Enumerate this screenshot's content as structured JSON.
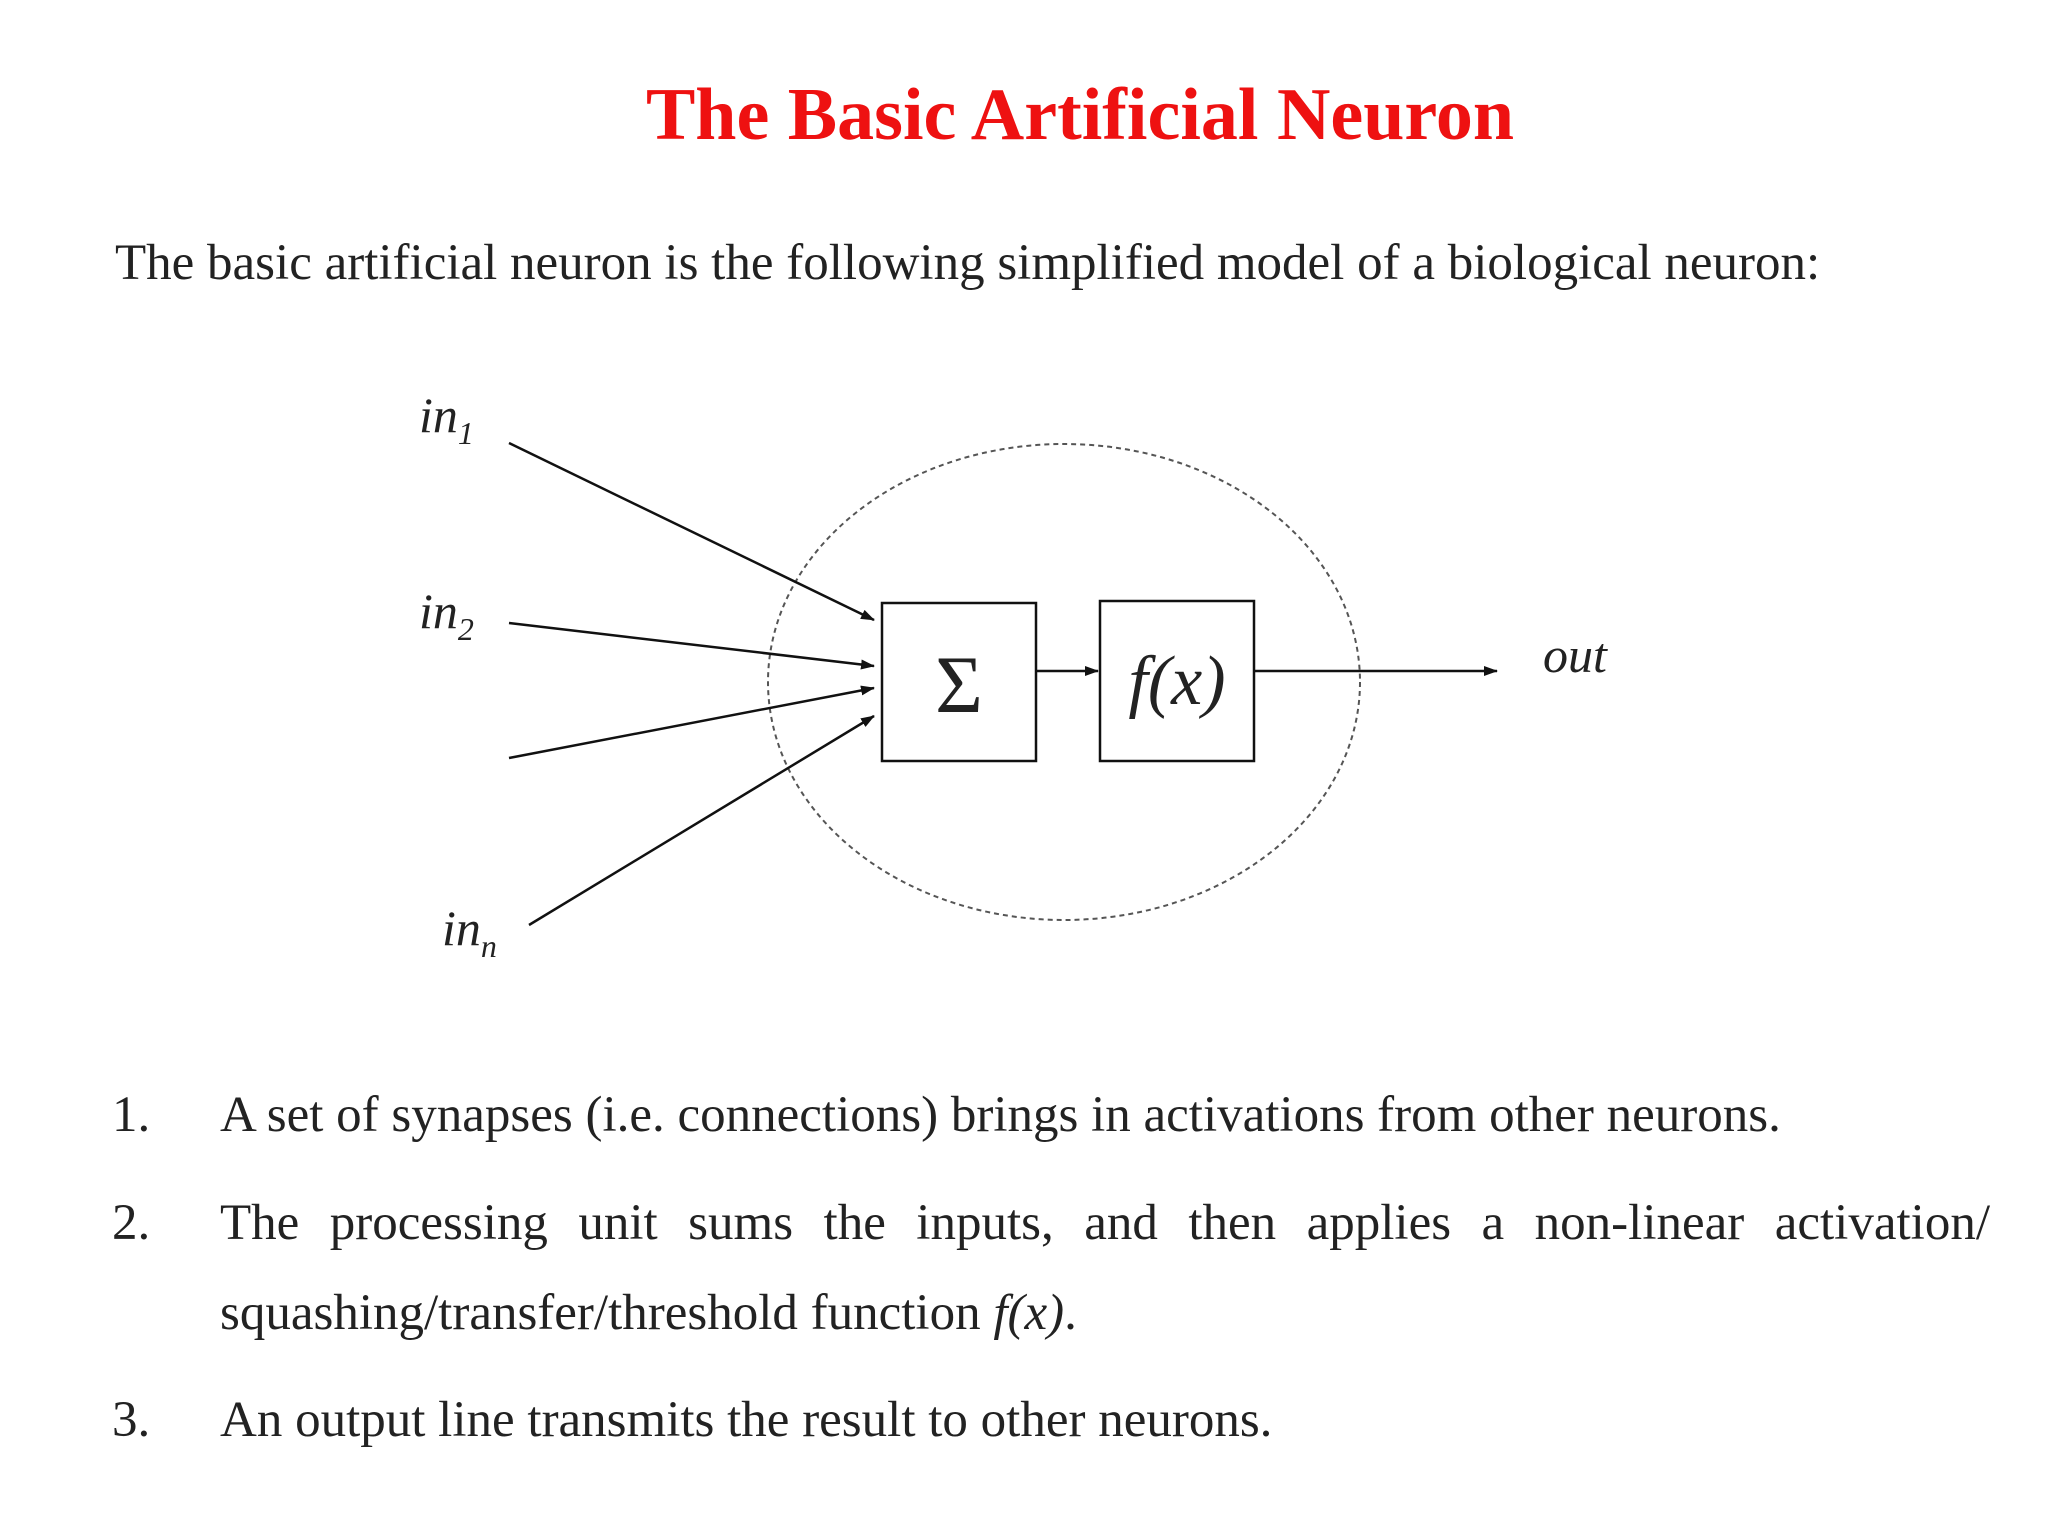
{
  "title": "The Basic Artificial Neuron",
  "intro": "The basic artificial neuron is the following simplified model of a biological neuron:",
  "diagram": {
    "inputs": [
      {
        "base": "in",
        "sub": "1"
      },
      {
        "base": "in",
        "sub": "2"
      },
      {
        "base": "in",
        "sub": "n"
      }
    ],
    "sum_symbol": "Σ",
    "activation_label": "f(x)",
    "output_label": "out"
  },
  "list": [
    {
      "number": "1.",
      "lines": [
        "A set of synapses (i.e. connections) brings in activations from other neurons."
      ]
    },
    {
      "number": "2.",
      "lines": [
        "The processing unit sums the inputs, and then applies a non-linear activation/",
        "squashing/transfer/threshold function"
      ],
      "trailing_italic": "f(x)",
      "trailing_end": "."
    },
    {
      "number": "3.",
      "lines": [
        "An output line transmits the result to other neurons."
      ]
    }
  ]
}
